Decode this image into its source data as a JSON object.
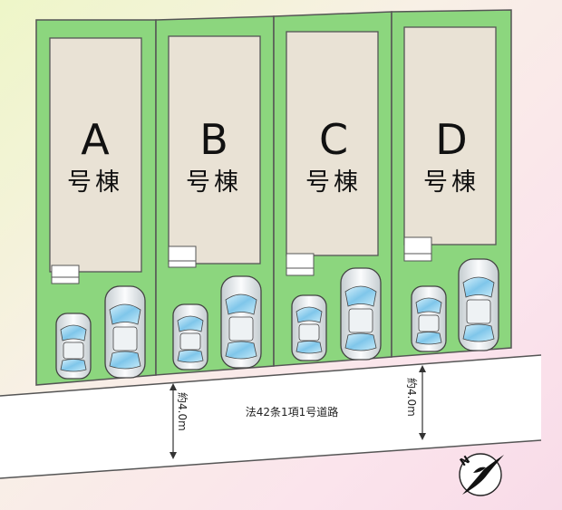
{
  "lots": [
    {
      "id": "A",
      "letter": "A",
      "label": "号棟"
    },
    {
      "id": "B",
      "letter": "B",
      "label": "号棟"
    },
    {
      "id": "C",
      "letter": "C",
      "label": "号棟"
    },
    {
      "id": "D",
      "letter": "D",
      "label": "号棟"
    }
  ],
  "road": {
    "name": "法42条1項1号道路",
    "width_left": "約4.0m",
    "width_right": "約4.0m"
  },
  "colors": {
    "lot_fill": "#8cd67e",
    "house_fill": "#e9e2d5",
    "outline": "#555555",
    "road_fill": "#ffffff",
    "car_glass": "#8fd0f0",
    "car_body": "#f2f4f5"
  },
  "compass": {
    "icon": "compass-north-icon",
    "letter": "N"
  }
}
